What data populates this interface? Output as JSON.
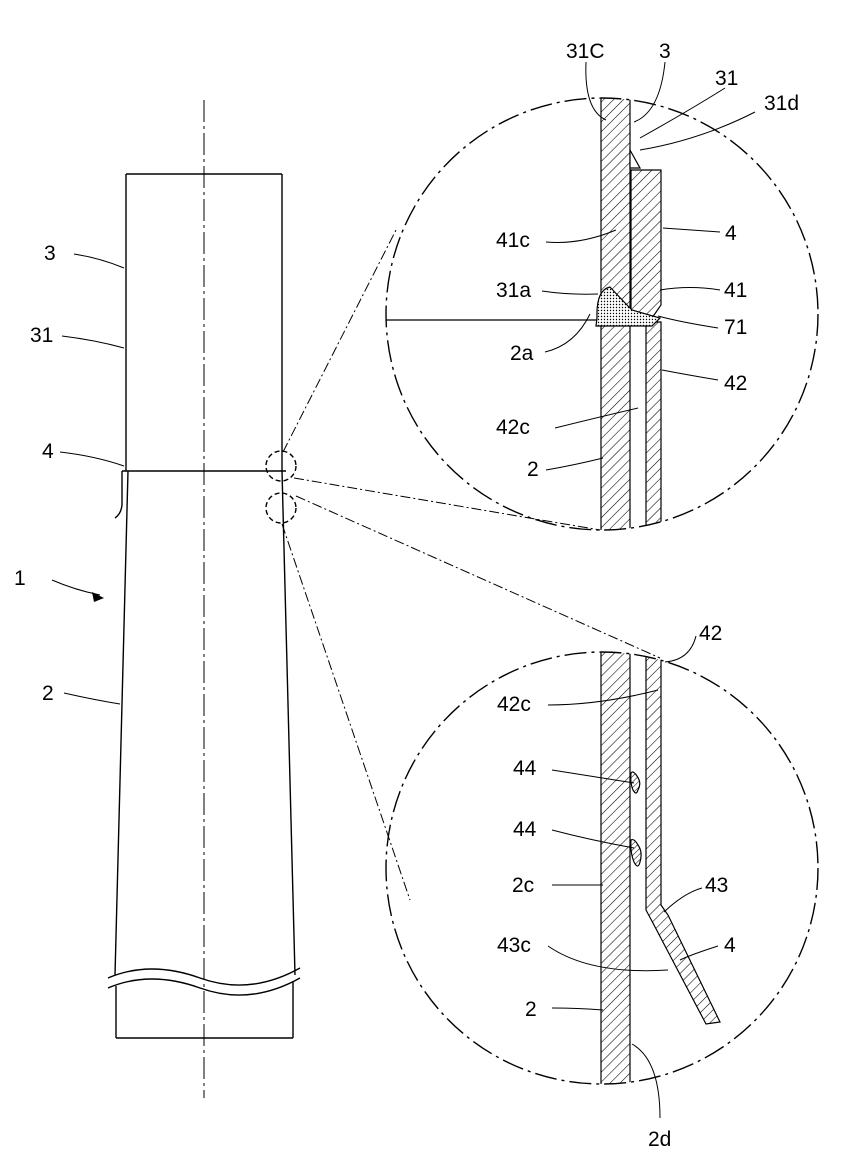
{
  "labels": {
    "l3_left": "3",
    "l31_left": "31",
    "l4_left": "4",
    "l1": "1",
    "l2_left": "2",
    "u31C": "31C",
    "u3": "3",
    "u31": "31",
    "u31d": "31d",
    "u41c": "41c",
    "u4": "4",
    "u31a": "31a",
    "u41": "41",
    "u2a": "2a",
    "u71": "71",
    "u42": "42",
    "u42c": "42c",
    "u2": "2",
    "d42": "42",
    "d42c": "42c",
    "d44a": "44",
    "d44b": "44",
    "d2c": "2c",
    "d43": "43",
    "d43c": "43c",
    "d4": "4",
    "d2": "2",
    "d2d": "2d"
  },
  "colors": {
    "line": "#000000",
    "background": "#ffffff"
  }
}
